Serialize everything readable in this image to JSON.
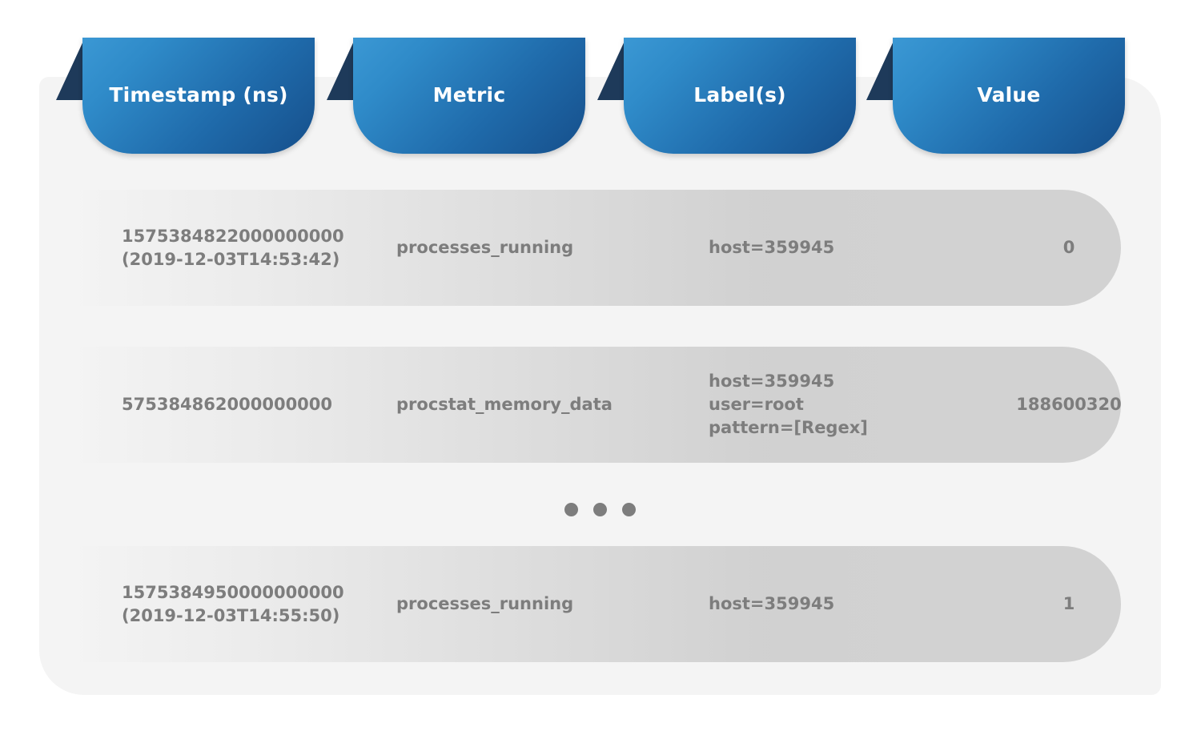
{
  "table": {
    "columns": [
      {
        "key": "timestamp",
        "label": "Timestamp (ns)"
      },
      {
        "key": "metric",
        "label": "Metric"
      },
      {
        "key": "labels",
        "label": "Label(s)"
      },
      {
        "key": "value",
        "label": "Value"
      }
    ],
    "rows": [
      {
        "timestamp": "1575384822000000000\n(2019-12-03T14:53:42)",
        "metric": "processes_running",
        "labels": "host=359945",
        "value": "0"
      },
      {
        "timestamp": "575384862000000000",
        "metric": "procstat_memory_data",
        "labels": "host=359945\nuser=root\npattern=[Regex]",
        "value": "188600320"
      },
      {
        "timestamp": "1575384950000000000\n(2019-12-03T14:55:50)",
        "metric": "processes_running",
        "labels": "host=359945",
        "value": "1"
      }
    ],
    "ellipsis": {
      "dot_count": 3,
      "meaning": "more-rows-omitted"
    }
  },
  "colors": {
    "tab_gradient_light": "#3b98d4",
    "tab_gradient_dark": "#164f8b",
    "tab_fold": "#1e3a5a",
    "card_background": "#f4f4f4",
    "row_pill": "#d2d2d2",
    "text_muted": "#7d7d7d",
    "tab_label": "#ffffff",
    "page_background": "#ffffff"
  }
}
